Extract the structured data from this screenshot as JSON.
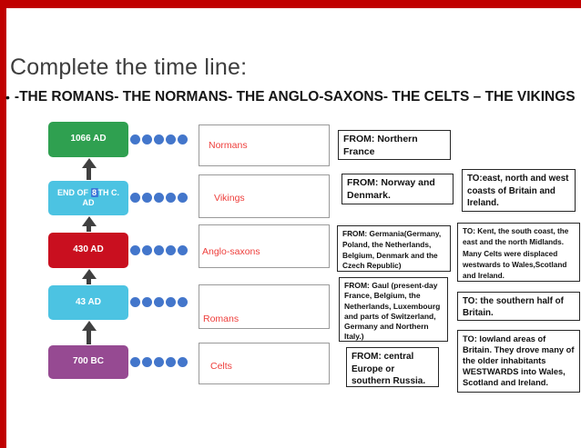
{
  "slide": {
    "title": "Complete the time line:",
    "bullet_marker": "•",
    "bullet_text": "-THE ROMANS- THE NORMANS- THE ANGLO-SAXONS- THE CELTS – THE VIKINGS"
  },
  "colors": {
    "accent_red_bar": "#c00000",
    "dot_blue": "#4376cb",
    "label_text_red": "#ee3e3b",
    "arrow_gray": "#404040"
  },
  "timeline": {
    "events": [
      {
        "label": "1066 AD",
        "color": "#2fa050"
      },
      {
        "label_prefix": "END OF ",
        "label_highlight": "8",
        "label_suffix": "TH C. AD",
        "color": "#4cc3e2",
        "highlight_color": "#3c78d8"
      },
      {
        "label": "430 AD",
        "color": "#c90f1f"
      },
      {
        "label": "43 AD",
        "color": "#4cc3e2"
      },
      {
        "label": "700 BC",
        "color": "#964a92"
      }
    ]
  },
  "people_labels": [
    {
      "name": "Normans"
    },
    {
      "name": "Vikings"
    },
    {
      "name": "Anglo-saxons"
    },
    {
      "name": "Romans"
    },
    {
      "name": "Celts"
    }
  ],
  "from_boxes": [
    {
      "text": "FROM: Northern France"
    },
    {
      "text": "FROM: Norway and Denmark."
    },
    {
      "text": "FROM: Germania(Germany, Poland, the Netherlands, Belgium, Denmark and the Czech Republic)"
    },
    {
      "text": "FROM: Gaul (present-day France, Belgium, the Netherlands, Luxembourg and  parts of Switzerland, Germany and Northern Italy.)"
    },
    {
      "text": "FROM: central Europe or southern Russia."
    }
  ],
  "to_boxes": [
    {
      "text": "TO:east, north and west coasts of Britain and Ireland."
    },
    {
      "text": "TO: Kent, the south coast, the east and the north Midlands. Many Celts were displaced westwards to Wales,Scotland and Ireland."
    },
    {
      "text": "TO: the southern half of Britain."
    },
    {
      "text": "TO: lowland areas of Britain. They drove many of the older inhabitants WESTWARDS into Wales, Scotland and Ireland."
    }
  ]
}
